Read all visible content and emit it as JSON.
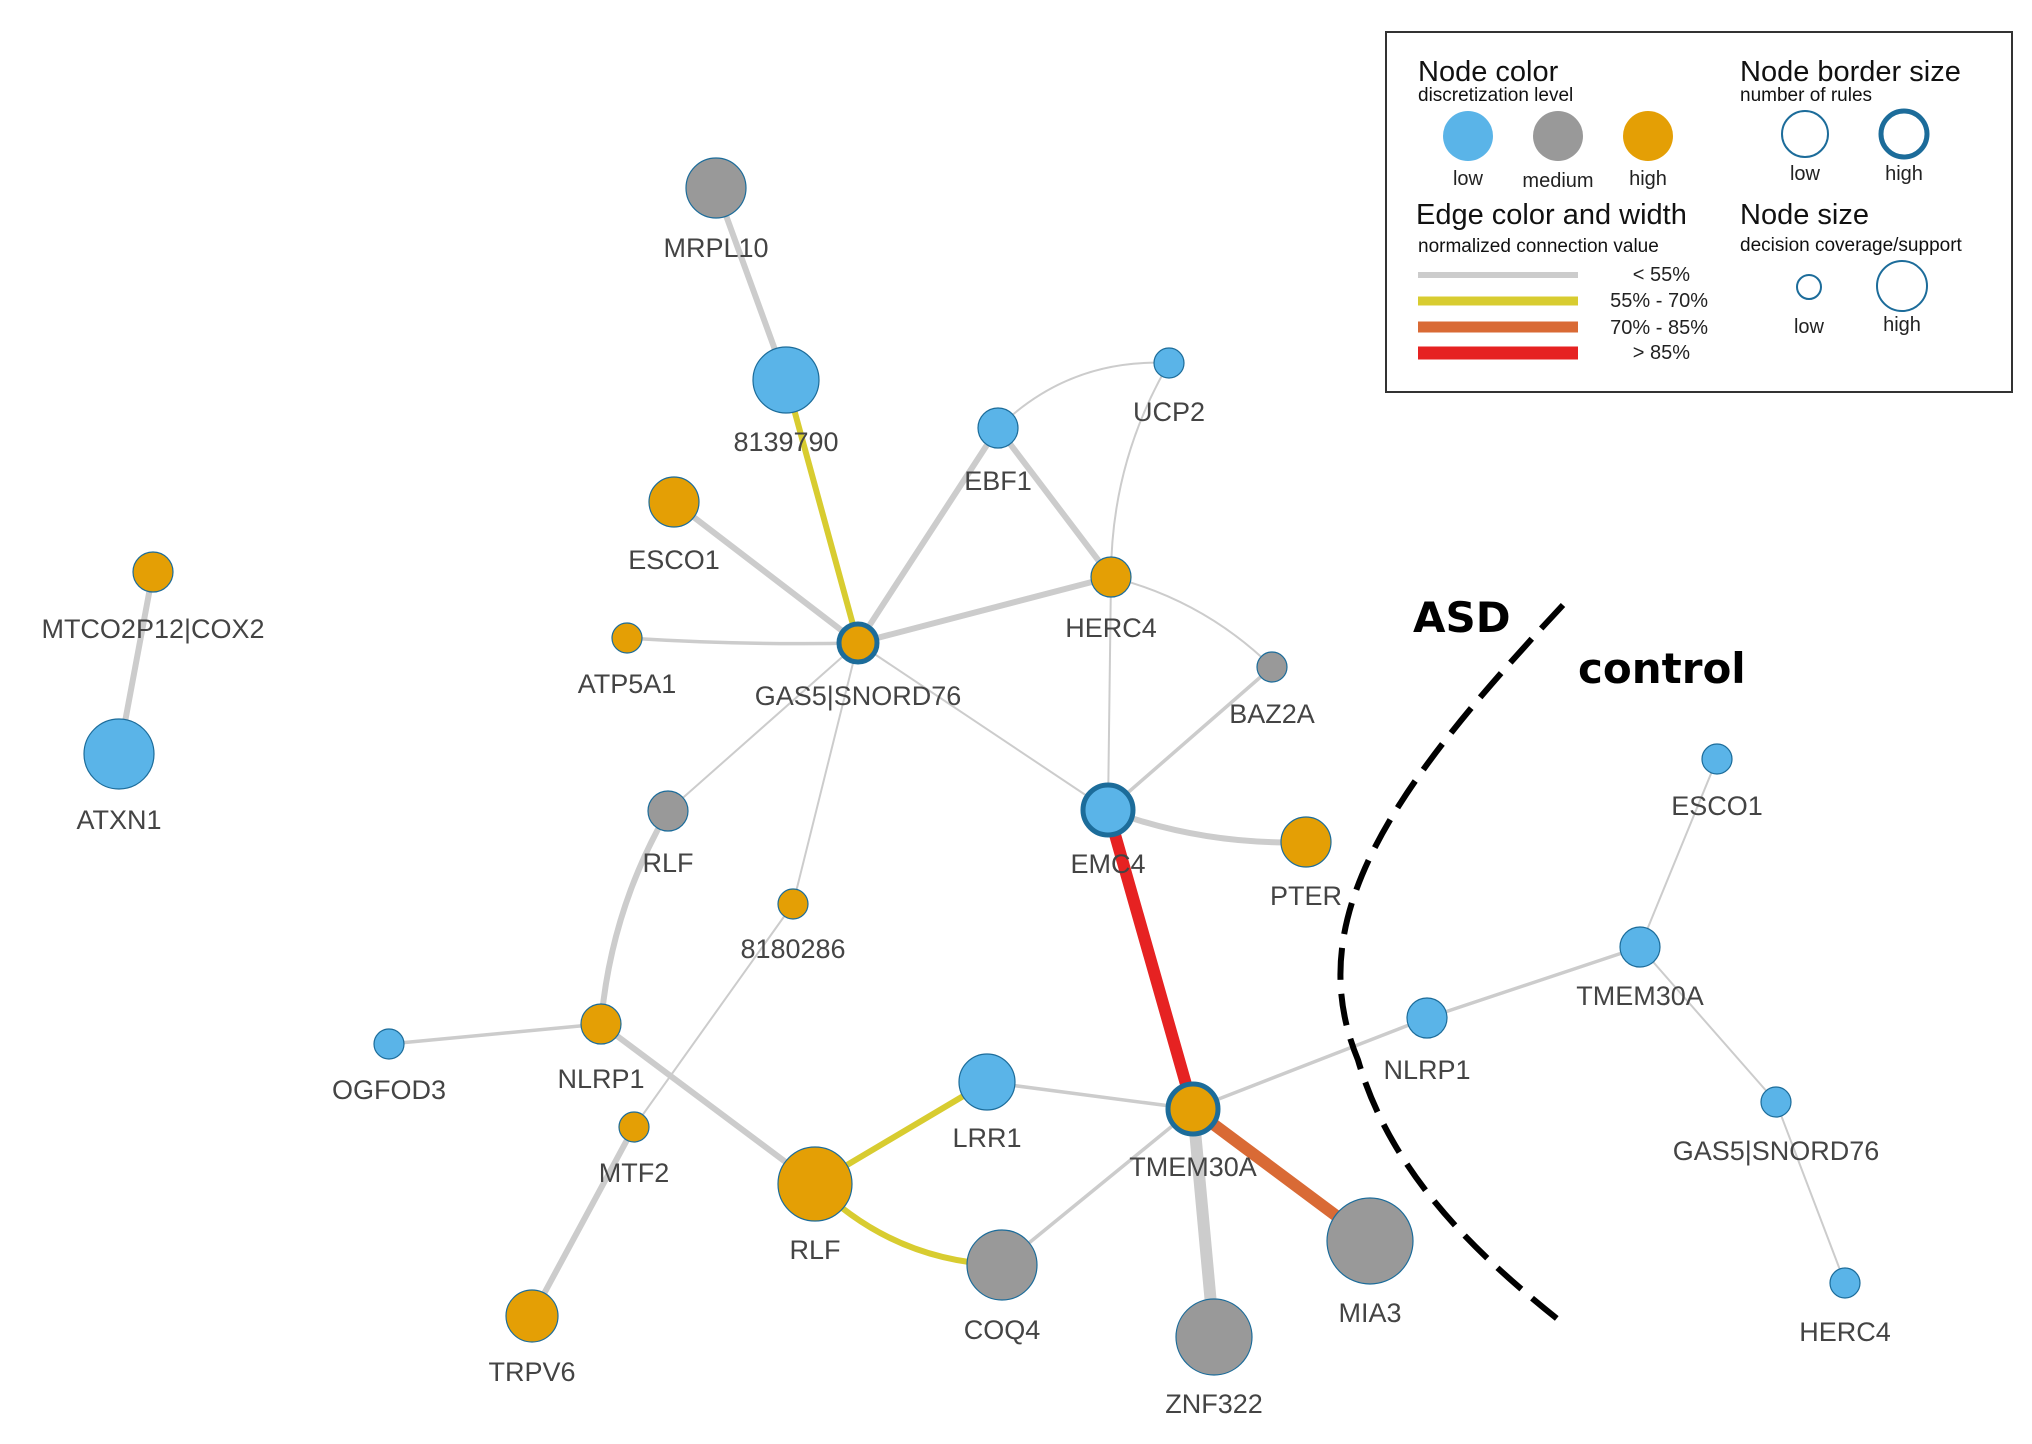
{
  "colors": {
    "low": "#5ab4e8",
    "medium": "#999999",
    "high": "#e49f05",
    "node_border": "#1c6c9a",
    "edge_lt55": "#cccccc",
    "edge_55_70": "#d8cc30",
    "edge_70_85": "#d96a35",
    "edge_gt85": "#e62222"
  },
  "regions": {
    "left": "ASD",
    "right": "control"
  },
  "legend": {
    "node_color": {
      "title": "Node color",
      "subtitle": "discretization level",
      "low": "low",
      "medium": "medium",
      "high": "high"
    },
    "node_border": {
      "title": "Node border size",
      "subtitle": "number of rules",
      "low": "low",
      "high": "high"
    },
    "edge": {
      "title": "Edge color and width",
      "subtitle": "normalized connection value",
      "items": [
        "< 55%",
        "55% - 70%",
        "70% - 85%",
        "> 85%"
      ]
    },
    "node_size": {
      "title": "Node size",
      "subtitle": "decision coverage/support",
      "low": "low",
      "high": "high"
    }
  },
  "nodes": [
    {
      "id": "mtco2",
      "label": "MTCO2P12|COX2",
      "level": "high",
      "size": "small",
      "border": "low"
    },
    {
      "id": "atxn1",
      "label": "ATXN1",
      "level": "low",
      "size": "large",
      "border": "low"
    },
    {
      "id": "mrpl10",
      "label": "MRPL10",
      "level": "medium",
      "size": "medium",
      "border": "low"
    },
    {
      "id": "n8139790",
      "label": "8139790",
      "level": "low",
      "size": "large",
      "border": "low"
    },
    {
      "id": "esco1_a",
      "label": "ESCO1",
      "level": "high",
      "size": "medium",
      "border": "low"
    },
    {
      "id": "atp5a1",
      "label": "ATP5A1",
      "level": "high",
      "size": "tiny",
      "border": "low"
    },
    {
      "id": "gas5_a",
      "label": "GAS5|SNORD76",
      "level": "high",
      "size": "small",
      "border": "high"
    },
    {
      "id": "ebf1",
      "label": "EBF1",
      "level": "low",
      "size": "small",
      "border": "low"
    },
    {
      "id": "ucp2",
      "label": "UCP2",
      "level": "low",
      "size": "tiny",
      "border": "low"
    },
    {
      "id": "herc4_a",
      "label": "HERC4",
      "level": "high",
      "size": "small",
      "border": "low"
    },
    {
      "id": "baz2a",
      "label": "BAZ2A",
      "level": "medium",
      "size": "tiny",
      "border": "low"
    },
    {
      "id": "rlf_a",
      "label": "RLF",
      "level": "medium",
      "size": "small",
      "border": "low"
    },
    {
      "id": "n8180286",
      "label": "8180286",
      "level": "high",
      "size": "tiny",
      "border": "low"
    },
    {
      "id": "emc4",
      "label": "EMC4",
      "level": "low",
      "size": "medium",
      "border": "high"
    },
    {
      "id": "pter",
      "label": "PTER",
      "level": "high",
      "size": "medium",
      "border": "low"
    },
    {
      "id": "ogfod3",
      "label": "OGFOD3",
      "level": "low",
      "size": "tiny",
      "border": "low"
    },
    {
      "id": "nlrp1_a",
      "label": "NLRP1",
      "level": "high",
      "size": "small",
      "border": "low"
    },
    {
      "id": "mtf2",
      "label": "MTF2",
      "level": "high",
      "size": "tiny",
      "border": "low"
    },
    {
      "id": "lrr1",
      "label": "LRR1",
      "level": "low",
      "size": "medium",
      "border": "low"
    },
    {
      "id": "tmem30a_a",
      "label": "TMEM30A",
      "level": "high",
      "size": "medium",
      "border": "high"
    },
    {
      "id": "rlf_b",
      "label": "RLF",
      "level": "high",
      "size": "large",
      "border": "low"
    },
    {
      "id": "trpv6",
      "label": "TRPV6",
      "level": "high",
      "size": "medium",
      "border": "low"
    },
    {
      "id": "coq4",
      "label": "COQ4",
      "level": "medium",
      "size": "large",
      "border": "low"
    },
    {
      "id": "znf322",
      "label": "ZNF322",
      "level": "medium",
      "size": "large",
      "border": "low"
    },
    {
      "id": "mia3",
      "label": "MIA3",
      "level": "medium",
      "size": "xlarge",
      "border": "low"
    },
    {
      "id": "esco1_b",
      "label": "ESCO1",
      "level": "low",
      "size": "tiny",
      "border": "low"
    },
    {
      "id": "tmem30a_b",
      "label": "TMEM30A",
      "level": "low",
      "size": "small",
      "border": "low"
    },
    {
      "id": "nlrp1_b",
      "label": "NLRP1",
      "level": "low",
      "size": "small",
      "border": "low"
    },
    {
      "id": "gas5_b",
      "label": "GAS5|SNORD76",
      "level": "low",
      "size": "tiny",
      "border": "low"
    },
    {
      "id": "herc4_b",
      "label": "HERC4",
      "level": "low",
      "size": "tiny",
      "border": "low"
    }
  ],
  "edges": [
    {
      "from": "mtco2",
      "to": "atxn1",
      "class": "<55",
      "weight": "thick"
    },
    {
      "from": "mrpl10",
      "to": "n8139790",
      "class": "<55",
      "weight": "thick"
    },
    {
      "from": "n8139790",
      "to": "gas5_a",
      "class": "55-70",
      "weight": "thick"
    },
    {
      "from": "esco1_a",
      "to": "gas5_a",
      "class": "<55",
      "weight": "thick"
    },
    {
      "from": "atp5a1",
      "to": "gas5_a",
      "class": "<55",
      "weight": "medium"
    },
    {
      "from": "gas5_a",
      "to": "ebf1",
      "class": "<55",
      "weight": "thick"
    },
    {
      "from": "gas5_a",
      "to": "herc4_a",
      "class": "<55",
      "weight": "thick"
    },
    {
      "from": "gas5_a",
      "to": "emc4",
      "class": "<55",
      "weight": "thin"
    },
    {
      "from": "gas5_a",
      "to": "rlf_a",
      "class": "<55",
      "weight": "thin"
    },
    {
      "from": "gas5_a",
      "to": "n8180286",
      "class": "<55",
      "weight": "thin"
    },
    {
      "from": "ebf1",
      "to": "ucp2",
      "class": "<55",
      "weight": "thin"
    },
    {
      "from": "ebf1",
      "to": "herc4_a",
      "class": "<55",
      "weight": "thick"
    },
    {
      "from": "ucp2",
      "to": "herc4_a",
      "class": "<55",
      "weight": "thin"
    },
    {
      "from": "herc4_a",
      "to": "baz2a",
      "class": "<55",
      "weight": "thin"
    },
    {
      "from": "herc4_a",
      "to": "emc4",
      "class": "<55",
      "weight": "thin"
    },
    {
      "from": "baz2a",
      "to": "emc4",
      "class": "<55",
      "weight": "medium"
    },
    {
      "from": "emc4",
      "to": "pter",
      "class": "<55",
      "weight": "thick"
    },
    {
      "from": "emc4",
      "to": "tmem30a_a",
      "class": ">85",
      "weight": "xthick"
    },
    {
      "from": "rlf_a",
      "to": "nlrp1_a",
      "class": "<55",
      "weight": "thick"
    },
    {
      "from": "n8180286",
      "to": "mtf2",
      "class": "<55",
      "weight": "thin"
    },
    {
      "from": "ogfod3",
      "to": "nlrp1_a",
      "class": "<55",
      "weight": "medium"
    },
    {
      "from": "nlrp1_a",
      "to": "rlf_b",
      "class": "<55",
      "weight": "thick"
    },
    {
      "from": "mtf2",
      "to": "trpv6",
      "class": "<55",
      "weight": "thick"
    },
    {
      "from": "lrr1",
      "to": "rlf_b",
      "class": "55-70",
      "weight": "thick"
    },
    {
      "from": "rlf_b",
      "to": "coq4",
      "class": "55-70",
      "weight": "thick"
    },
    {
      "from": "lrr1",
      "to": "tmem30a_a",
      "class": "<55",
      "weight": "medium"
    },
    {
      "from": "tmem30a_a",
      "to": "coq4",
      "class": "<55",
      "weight": "medium"
    },
    {
      "from": "tmem30a_a",
      "to": "znf322",
      "class": "<55",
      "weight": "xthick"
    },
    {
      "from": "tmem30a_a",
      "to": "mia3",
      "class": "70-85",
      "weight": "xthick"
    },
    {
      "from": "tmem30a_a",
      "to": "nlrp1_b",
      "class": "<55",
      "weight": "medium"
    },
    {
      "from": "nlrp1_b",
      "to": "tmem30a_b",
      "class": "<55",
      "weight": "medium"
    },
    {
      "from": "tmem30a_b",
      "to": "esco1_b",
      "class": "<55",
      "weight": "thin"
    },
    {
      "from": "tmem30a_b",
      "to": "gas5_b",
      "class": "<55",
      "weight": "thin"
    },
    {
      "from": "gas5_b",
      "to": "herc4_b",
      "class": "<55",
      "weight": "thin"
    }
  ]
}
